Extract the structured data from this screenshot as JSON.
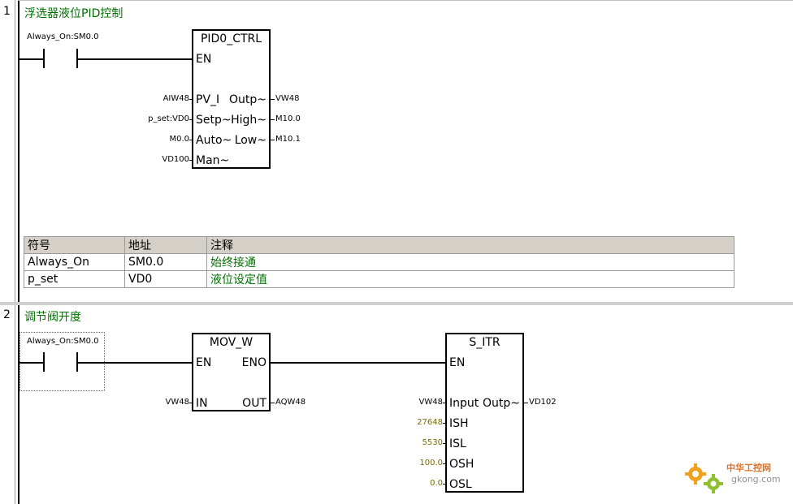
{
  "network1": {
    "number": "1",
    "comment": "浮选器液位PID控制",
    "contact_label": "Always_On:SM0.0",
    "box": {
      "title": "PID0_CTRL",
      "en": "EN",
      "pins_left": [
        "PV_I",
        "Setp~",
        "Auto~",
        "Man~"
      ],
      "pins_right": [
        "Outp~",
        "High~",
        "Low~"
      ],
      "inputs": [
        "AIW48",
        "p_set:VD0",
        "M0.0",
        "VD100"
      ],
      "outputs": [
        "VW48",
        "M10.0",
        "M10.1"
      ]
    },
    "symbol_table": {
      "headers": [
        "符号",
        "地址",
        "注释"
      ],
      "rows": [
        [
          "Always_On",
          "SM0.0",
          "始终接通"
        ],
        [
          "p_set",
          "VD0",
          "液位设定值"
        ]
      ]
    }
  },
  "network2": {
    "number": "2",
    "comment": "调节阀开度",
    "contact_label": "Always_On:SM0.0",
    "mov": {
      "title": "MOV_W",
      "en": "EN",
      "eno": "ENO",
      "in": "IN",
      "out": "OUT",
      "in_operand": "VW48",
      "out_operand": "AQW48"
    },
    "sitr": {
      "title": "S_ITR",
      "en": "EN",
      "pins_left": [
        "Input",
        "ISH",
        "ISL",
        "OSH",
        "OSL"
      ],
      "pin_right": "Outp~",
      "inputs": [
        "VW48",
        "27648",
        "5530",
        "100.0",
        "0.0"
      ],
      "output": "VD102"
    }
  },
  "watermark": {
    "brand": "中华工控网",
    "url": "gkong.com"
  },
  "colors": {
    "comment_green": "#007000",
    "constant_olive": "#7b6b00",
    "table_header": "#d4d0c8"
  }
}
